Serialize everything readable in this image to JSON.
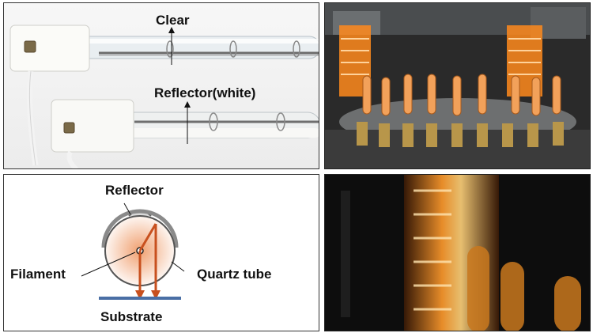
{
  "lamps": {
    "label_clear": "Clear",
    "label_reflector_white": "Reflector(white)"
  },
  "diagram": {
    "label_reflector": "Reflector",
    "label_filament": "Filament",
    "label_quartz_tube": "Quartz tube",
    "label_substrate": "Substrate"
  },
  "colors": {
    "ray": "#c8501e",
    "substrate": "#4a6fa5",
    "glow": "#f0a070",
    "heat": "#ff8a1c"
  }
}
